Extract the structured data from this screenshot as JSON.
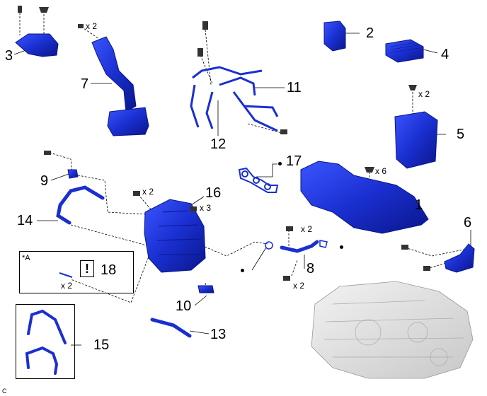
{
  "labels": {
    "p1": "1",
    "p2": "2",
    "p3": "3",
    "p4": "4",
    "p5": "5",
    "p6": "6",
    "p7": "7",
    "p8": "8",
    "p9": "9",
    "p10": "10",
    "p11": "11",
    "p12": "12",
    "p13": "13",
    "p14": "14",
    "p15": "15",
    "p16": "16",
    "p17": "17",
    "p18": "18"
  },
  "quantities": {
    "q7": "x 2",
    "q5": "x 2",
    "q1": "x 6",
    "q16a": "x 2",
    "q16b": "x 3",
    "q8a": "x 2",
    "q8b": "x 2",
    "q18": "x 2"
  },
  "box_a_label": "*A",
  "caution_symbol": "!",
  "corner_code": "C",
  "colors": {
    "part": "#1a2fd0",
    "part_dark": "#0a1a8c",
    "line": "#000000"
  }
}
